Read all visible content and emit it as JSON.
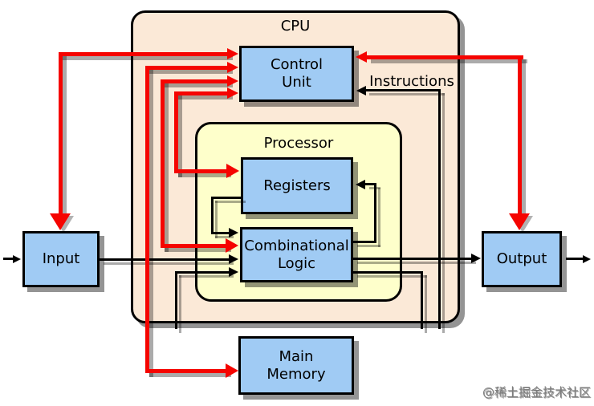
{
  "labels": {
    "cpu": "CPU",
    "control_unit": "Control\nUnit",
    "instructions": "Instructions",
    "processor": "Processor",
    "registers": "Registers",
    "combinational_logic": "Combinational\nLogic",
    "input": "Input",
    "output": "Output",
    "main_memory": "Main\nMemory",
    "watermark": "@稀土掘金技术社区"
  },
  "colors": {
    "background": "#FFFFFF",
    "cpu_fill": "#FBE9D7",
    "processor_fill": "#FEFFCB",
    "component_fill": "#A0CBF4",
    "control_flow_red": "#F50400",
    "data_flow_black": "#000000",
    "shadow": "rgba(0,0,0,0.33)",
    "box_shadow": "rgba(0,0,0,0.42)"
  }
}
